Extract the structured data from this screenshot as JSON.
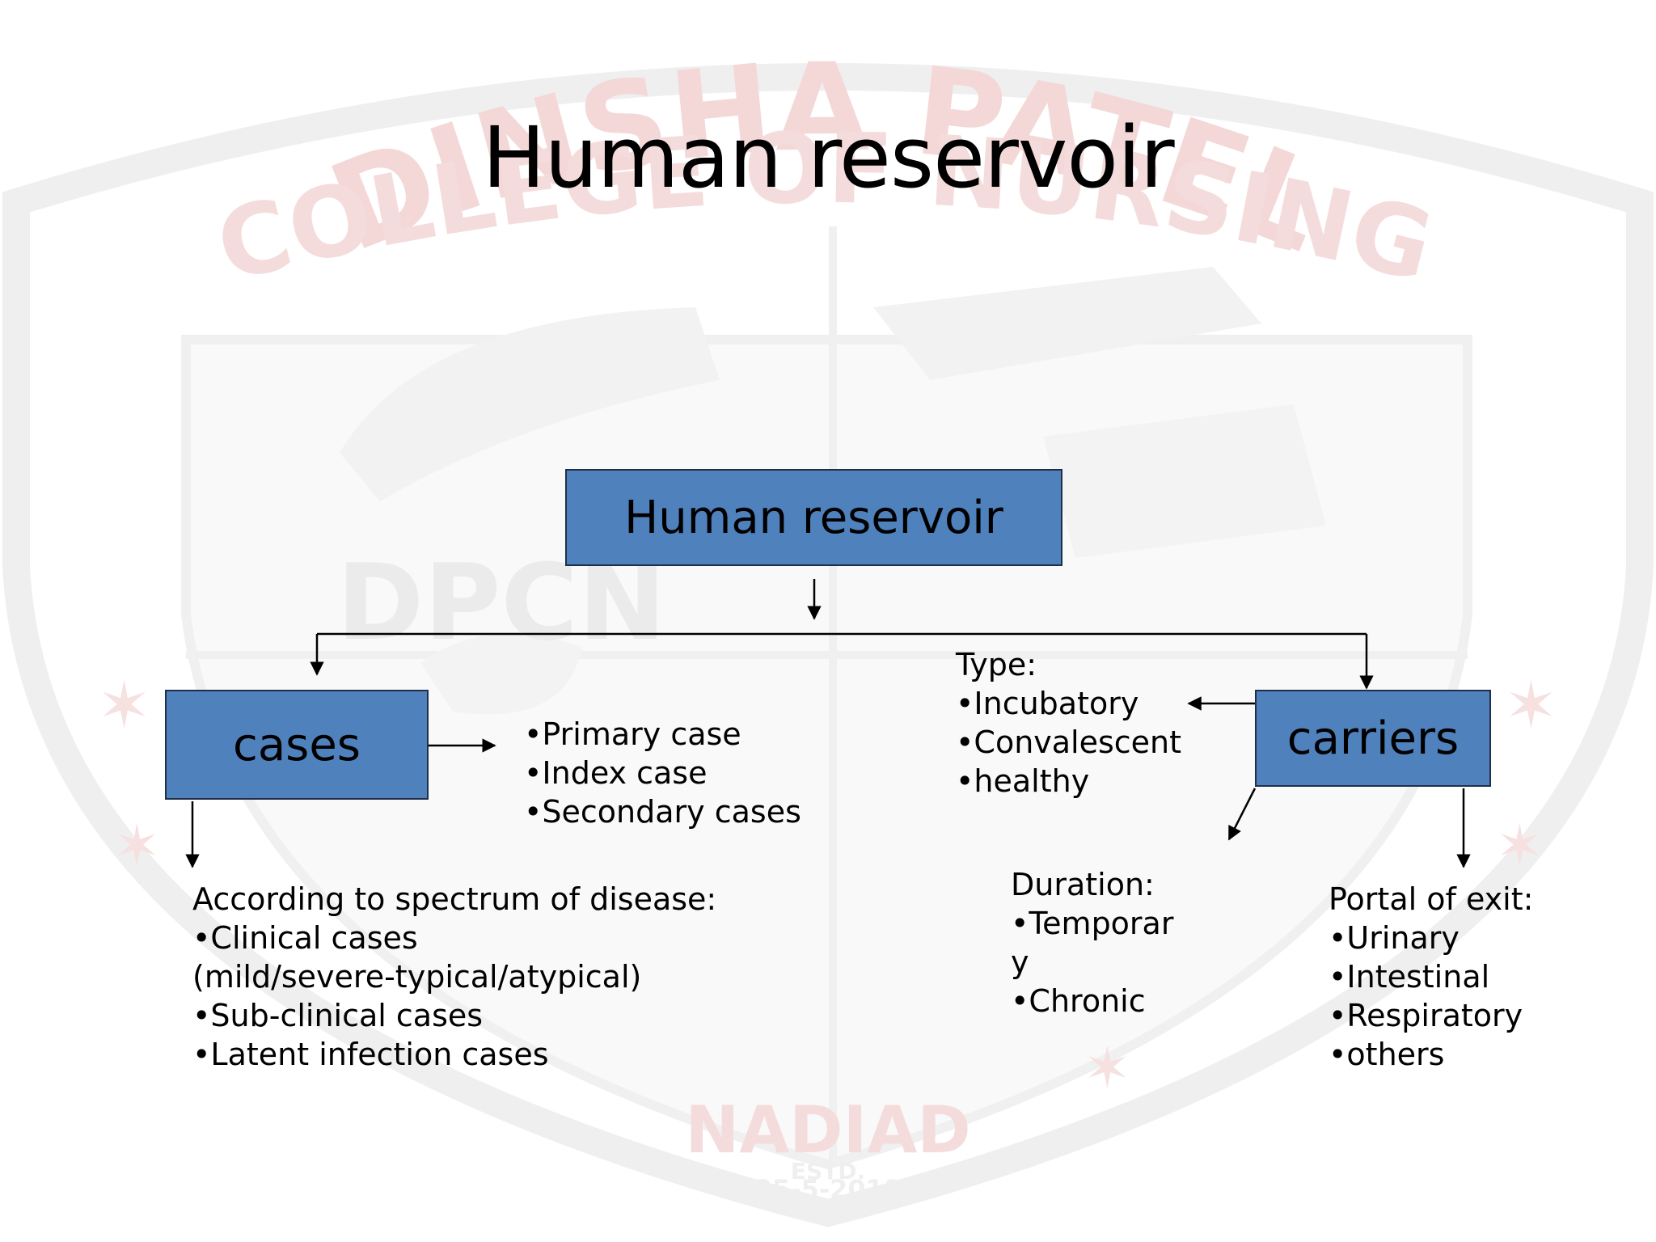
{
  "slide": {
    "title": "Human reservoir",
    "watermark": {
      "top_arc": "DINSHA PATEL",
      "mid_arc": "COLLEGE OF NURSING",
      "monogram": "DPCN",
      "city": "NADIAD",
      "estd": "ESTD.",
      "date": "25-5-2011"
    }
  },
  "diagram": {
    "root": {
      "label": "Human reservoir"
    },
    "cases": {
      "label": "cases",
      "types": [
        "•Primary case",
        "•Index case",
        "•Secondary cases"
      ],
      "spectrum": {
        "heading": "According to spectrum of disease:",
        "items": [
          "•Clinical cases",
          "(mild/severe-typical/atypical)",
          "•Sub-clinical cases",
          "•Latent infection cases"
        ]
      }
    },
    "carriers": {
      "label": "carriers",
      "type": {
        "heading": "Type:",
        "items": [
          "•Incubatory",
          "•Convalescent",
          "•healthy"
        ]
      },
      "duration": {
        "heading": "Duration:",
        "items": [
          "•Temporar",
          "y",
          "•Chronic"
        ]
      },
      "portal": {
        "heading": "Portal of exit:",
        "items": [
          "•Urinary",
          "•Intestinal",
          "•Respiratory",
          "•others"
        ]
      }
    }
  },
  "colors": {
    "box_fill": "#4f81bd",
    "box_border": "#1f2f4a",
    "watermark_red": "#f3d4d4",
    "watermark_gray": "#ececec"
  }
}
